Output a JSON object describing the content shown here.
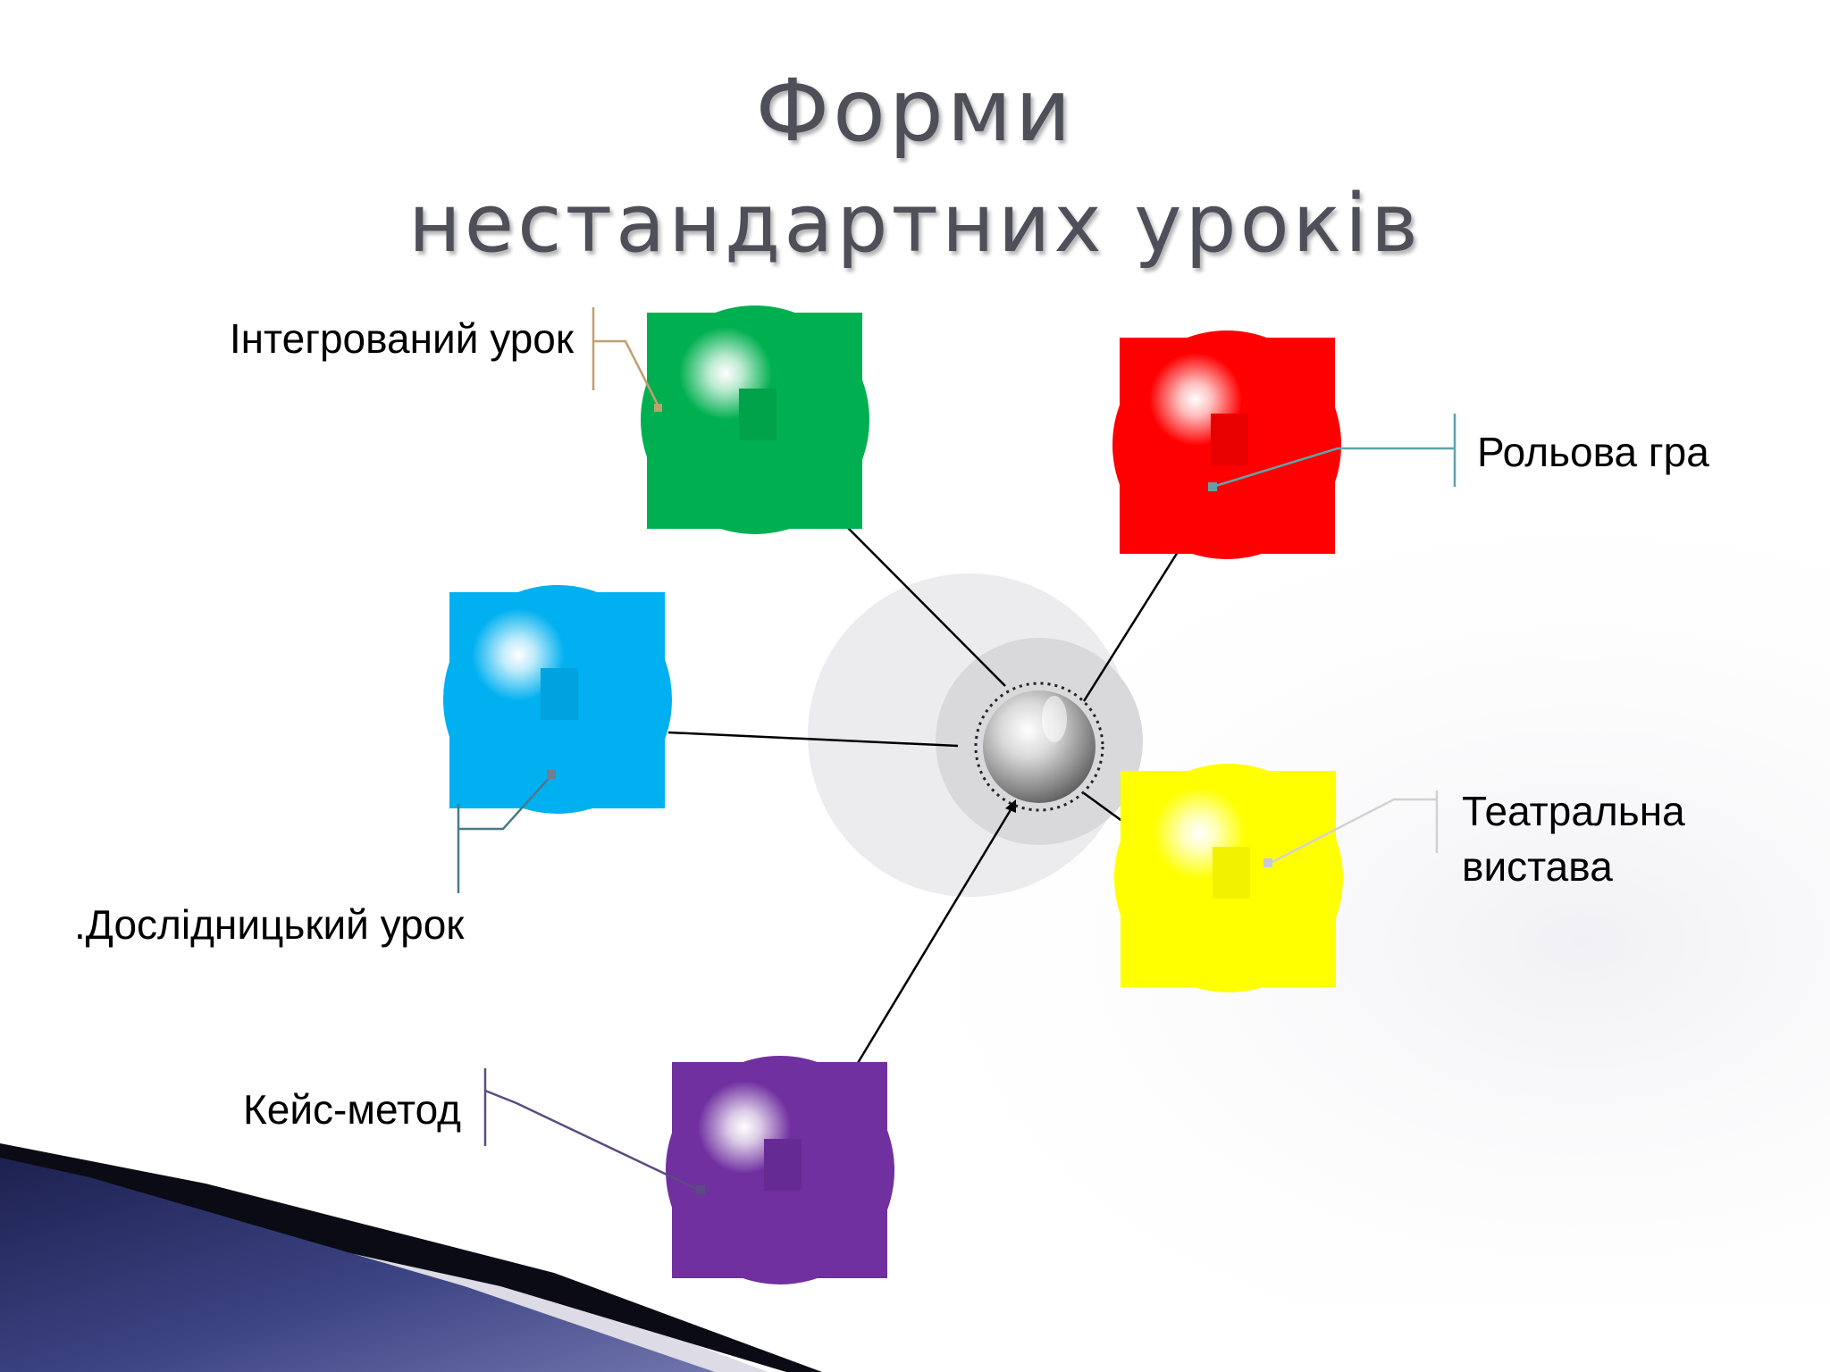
{
  "title": {
    "line1": "Форми",
    "line2": "нестандартних уроків"
  },
  "labels": {
    "integrated": "Інтегрований урок",
    "role_play": "Рольова гра",
    "research": ".Дослідницький урок",
    "theater_line1": "Театральна",
    "theater_line2": "вистава",
    "case_method": "Кейс-метод"
  },
  "colors": {
    "green": "#00b050",
    "red": "#ff0000",
    "blue": "#00b0f0",
    "yellow": "#ffff00",
    "purple": "#7030a0",
    "hub": "#a6a6a6",
    "title_text": "#4f4f59"
  }
}
